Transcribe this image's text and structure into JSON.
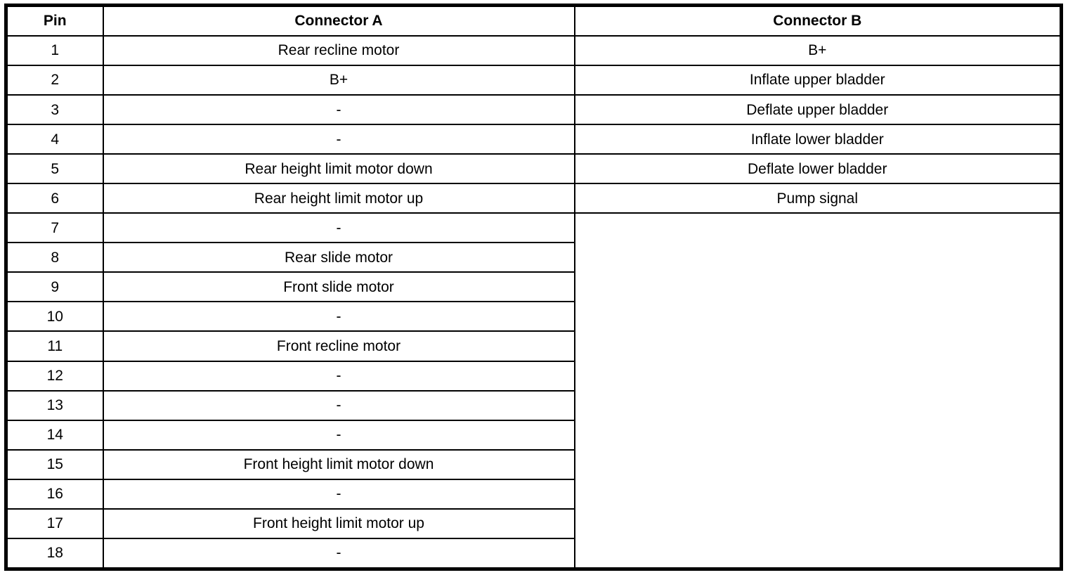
{
  "table": {
    "headers": {
      "pin": "Pin",
      "connector_a": "Connector A",
      "connector_b": "Connector B"
    },
    "rows": [
      {
        "pin": "1",
        "connector_a": "Rear recline motor",
        "connector_b": "B+"
      },
      {
        "pin": "2",
        "connector_a": "B+",
        "connector_b": "Inflate upper bladder"
      },
      {
        "pin": "3",
        "connector_a": "-",
        "connector_b": "Deflate upper bladder"
      },
      {
        "pin": "4",
        "connector_a": "-",
        "connector_b": "Inflate lower bladder"
      },
      {
        "pin": "5",
        "connector_a": "Rear height limit motor down",
        "connector_b": "Deflate lower bladder"
      },
      {
        "pin": "6",
        "connector_a": "Rear height limit motor up",
        "connector_b": "Pump signal"
      },
      {
        "pin": "7",
        "connector_a": "-",
        "connector_b": null
      },
      {
        "pin": "8",
        "connector_a": "Rear slide motor",
        "connector_b": null
      },
      {
        "pin": "9",
        "connector_a": "Front slide motor",
        "connector_b": null
      },
      {
        "pin": "10",
        "connector_a": "-",
        "connector_b": null
      },
      {
        "pin": "11",
        "connector_a": "Front recline motor",
        "connector_b": null
      },
      {
        "pin": "12",
        "connector_a": "-",
        "connector_b": null
      },
      {
        "pin": "13",
        "connector_a": "-",
        "connector_b": null
      },
      {
        "pin": "14",
        "connector_a": "-",
        "connector_b": null
      },
      {
        "pin": "15",
        "connector_a": "Front height limit motor down",
        "connector_b": null
      },
      {
        "pin": "16",
        "connector_a": "-",
        "connector_b": null
      },
      {
        "pin": "17",
        "connector_a": "Front height limit motor up",
        "connector_b": null
      },
      {
        "pin": "18",
        "connector_a": "-",
        "connector_b": null
      }
    ],
    "merged_empty_cell": {
      "start_pin": "7",
      "row_span": 12,
      "value": ""
    }
  },
  "colors": {
    "border": "#000000",
    "background": "#ffffff",
    "text": "#000000"
  }
}
